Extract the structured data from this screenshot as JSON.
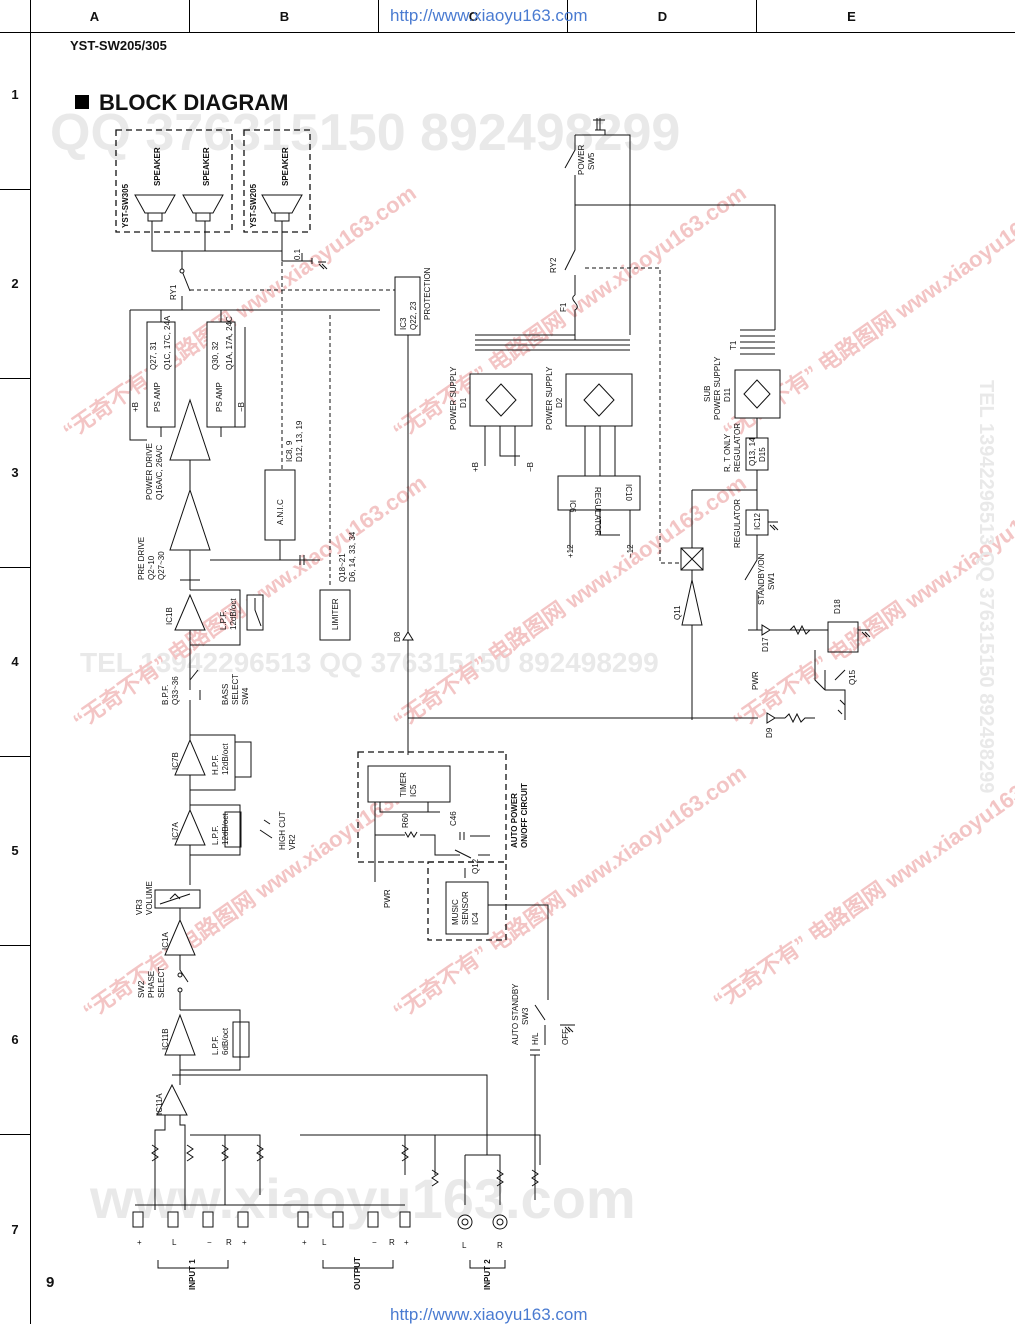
{
  "header": {
    "columns": [
      "A",
      "B",
      "C",
      "D",
      "E"
    ],
    "rows": [
      "1",
      "2",
      "3",
      "4",
      "5",
      "6",
      "7"
    ],
    "model": "YST-SW205/305",
    "url": "http://www.xiaoyu163.com",
    "page_number": "9"
  },
  "title": "BLOCK DIAGRAM",
  "watermarks": {
    "top": "QQ 376315150   892498299",
    "middle": "TEL 13942296513   QQ 376315150   892498299",
    "bottom": "www.xiaoyu163.com",
    "red": "“无奇不有” 电路图网 www.xiaoyu163.com",
    "side": "TEL 13942296513  QQ 376315150  892498299"
  },
  "labels": {
    "speaker": "SPEAKER",
    "yst_sw305": "YST-SW305",
    "yst_sw205": "YST-SW205",
    "r_01": "0.1",
    "ry1": "RY1",
    "ps_amp": "PS AMP",
    "q_ps_a": "Q1C, 17C, 24A",
    "q_ps_a2": "Q27, 31",
    "q_ps_b": "Q1A, 17A, 24C",
    "q_ps_b2": "Q30, 32",
    "plus_b": "+B",
    "minus_b": "−B",
    "power_drive": "POWER DRIVE",
    "power_drive_q": "Q16A/C, 26A/C",
    "pre_drive": "PRE DRIVE",
    "pre_drive_q1": "Q2~10",
    "pre_drive_q2": "Q27~30",
    "anic": "A.N.I.C",
    "anic_q1": "IC8, 9",
    "anic_q2": "D12, 13, 19",
    "limiter": "LIMITER",
    "limiter_q1": "Q18~21",
    "limiter_q2": "D6, 14, 33, 34",
    "ic3": "IC3",
    "ic3_q": "Q22, 23",
    "protection": "PROTECTION",
    "ic1b": "IC1B",
    "lpf_12": "L.P.F.",
    "lpf_12b": "12dB/oct",
    "bpf": "B.P.F.",
    "bpf_q": "Q33~36",
    "bass_select": "BASS",
    "bass_select2": "SELECT",
    "sw4": "SW4",
    "ic7b": "IC7B",
    "hpf": "H.P.F.",
    "hpf_b": "12dB/oct",
    "ic7a": "IC7A",
    "high_cut": "HIGH CUT",
    "vr2": "VR2",
    "vr3": "VR3",
    "volume": "VOLUME",
    "ic1a": "IC1A",
    "sw2": "SW2",
    "phase": "PHASE",
    "select": "SELECT",
    "ic11b": "IC11B",
    "lpf_6": "L.P.F.",
    "lpf_6b": "6dB/oct",
    "ic11a": "IC11A",
    "power_sw": "POWER",
    "sw5": "SW5",
    "ry2": "RY2",
    "f1": "F1",
    "t1": "T1",
    "ps_d1": "POWER SUPPLY",
    "d1": "D1",
    "ps_d2": "POWER SUPPLY",
    "d2": "D2",
    "sub_ps": "SUB",
    "sub_ps2": "POWER SUPPLY",
    "d11": "D11",
    "r_t_only": "R, T ONLY",
    "regulator": "REGULATOR",
    "q13": "Q13, 14",
    "d15": "D15",
    "ic6": "IC6",
    "ic10": "IC10",
    "regulator2": "REGULATOR",
    "plus12": "+12",
    "minus12": "−12",
    "regulator3": "REGULATOR",
    "ic12": "IC12",
    "standby": "STANDBY/ON",
    "sw1": "SW1",
    "q11": "Q11",
    "d18": "D18",
    "d17": "D17",
    "pwr": "PWR",
    "q15": "Q15",
    "d9": "D9",
    "d8": "D8",
    "timer": "TIMER",
    "ic5": "IC5",
    "r60": "R60",
    "c46": "C46",
    "q12": "Q12",
    "music_sensor": "MUSIC",
    "music_sensor2": "SENSOR",
    "ic4": "IC4",
    "auto_power": "AUTO POWER",
    "auto_power2": "ON/OFF CIRCUIT",
    "pwr2": "PWR",
    "auto_standby": "AUTO STANDBY",
    "sw3": "SW3",
    "hi": "H/L",
    "off": "OFF",
    "input1": "INPUT 1",
    "output": "OUTPUT",
    "input2": "INPUT 2",
    "plus": "+",
    "minus": "−",
    "l": "L",
    "r": "R"
  }
}
